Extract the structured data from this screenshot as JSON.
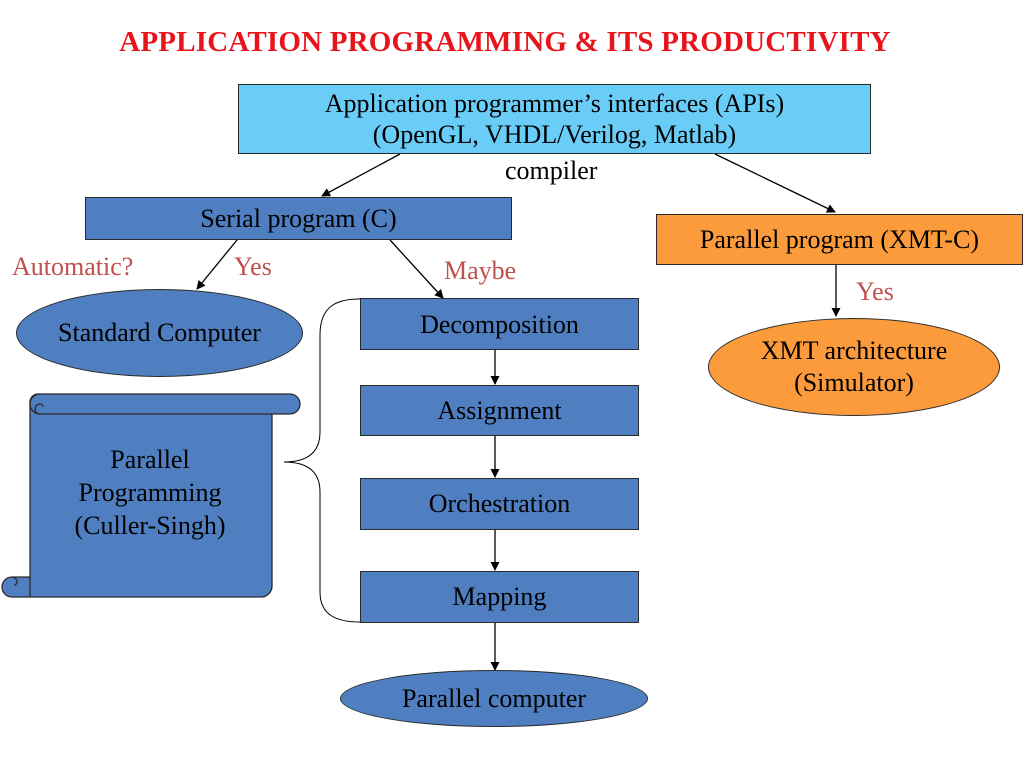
{
  "title": "APPLICATION PROGRAMMING & ITS PRODUCTIVITY",
  "api_box": {
    "line1": "Application programmer’s interfaces (APIs)",
    "line2": "(OpenGL, VHDL/Verilog, Matlab)"
  },
  "compiler_label": "compiler",
  "serial_program": "Serial program (C)",
  "parallel_program": "Parallel program (XMT-C)",
  "automatic_label": "Automatic?",
  "yes_label_left": "Yes",
  "maybe_label": "Maybe",
  "yes_label_right": "Yes",
  "standard_computer": "Standard Computer",
  "xmt_architecture": {
    "line1": "XMT architecture",
    "line2": "(Simulator)"
  },
  "scroll": {
    "line1": "Parallel",
    "line2": "Programming",
    "line3": "(Culler-Singh)"
  },
  "steps": {
    "decomposition": "Decomposition",
    "assignment": "Assignment",
    "orchestration": "Orchestration",
    "mapping": "Mapping"
  },
  "parallel_computer": "Parallel computer",
  "colors": {
    "title": "#e8141b",
    "box_blue": "#4f7fc0",
    "api_cyan": "#69cdf7",
    "orange": "#fb9b3c",
    "label_red": "#c0504d"
  }
}
